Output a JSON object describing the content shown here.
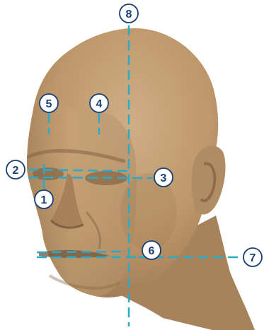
{
  "figure": {
    "markers": [
      {
        "label": "1"
      },
      {
        "label": "2"
      },
      {
        "label": "3"
      },
      {
        "label": "4"
      },
      {
        "label": "5"
      },
      {
        "label": "6"
      },
      {
        "label": "7"
      },
      {
        "label": "8"
      }
    ],
    "colors": {
      "line": "#2aa9c9",
      "marker_fill": "#ffffff",
      "marker_stroke": "#1a3f74",
      "marker_text": "#1a3f74",
      "skin": "#c39a6b",
      "skin_dark": "#8a6540",
      "skin_light": "#dcbb8d"
    }
  }
}
